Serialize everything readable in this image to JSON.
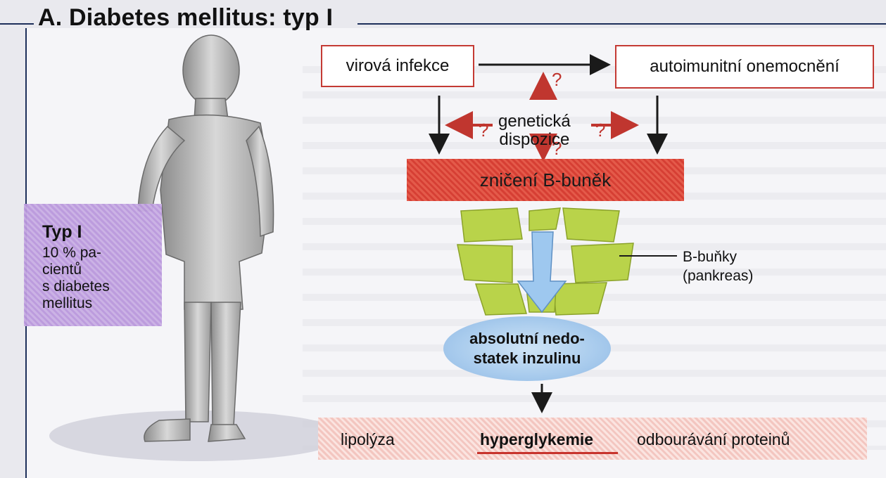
{
  "title": "A. Diabetes mellitus: typ I",
  "boxes": {
    "viral": "virová infekce",
    "autoimmune": "autoimunitní onemocnění"
  },
  "genetic": {
    "line1": "genetická",
    "line2": "dispozice"
  },
  "question_mark": "?",
  "destruction": "zničení B-buněk",
  "bcells": {
    "line1": "B-buňky",
    "line2": "(pankreas)"
  },
  "insulin": {
    "line1": "absolutní nedo-",
    "line2": "statek inzulinu"
  },
  "bottom": {
    "lipolysis": "lipolýza",
    "hyperglycemia": "hyperglykemie",
    "proteolysis": "odbourávání proteinů"
  },
  "type_box": {
    "title": "Typ I",
    "lines": [
      "10 % pa-",
      "cientů",
      "s diabetes",
      "mellitus"
    ]
  },
  "colors": {
    "border": "#c43a34",
    "arrow_red": "#c0362f",
    "destruct_fill": "#dd4a3e",
    "insulin_fill": "#a8cbed",
    "type_fill": "#c2a4e0",
    "pancreas_fill": "#b9d34a"
  }
}
